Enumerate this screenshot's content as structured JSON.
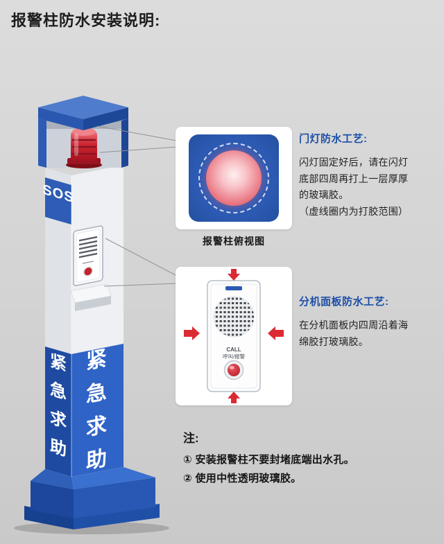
{
  "title": "报警柱防水安装说明:",
  "pillar": {
    "sos": "SOS",
    "side_text_left": "紧急求助",
    "side_text_right": "紧急求助"
  },
  "top_callout": {
    "caption": "报警柱俯视图",
    "heading": "门灯防水工艺:",
    "lines": [
      "闪灯固定好后，请在闪灯",
      "底部四周再打上一层厚厚",
      "的玻璃胶。",
      "（虚线圈内为打胶范围）"
    ]
  },
  "panel_callout": {
    "heading": "分机面板防水工艺:",
    "lines": [
      "在分机面板内四周沿着海",
      "绵胶打玻璃胶。"
    ],
    "panel": {
      "call": "CALL",
      "call_cn": "呼叫/报警"
    }
  },
  "notes": {
    "label": "注:",
    "items": [
      "① 安装报警柱不要封堵底端出水孔。",
      "② 使用中性透明玻璃胶。"
    ]
  },
  "colors": {
    "accent_blue": "#2e5cb6",
    "heading_blue": "#1d4fa6",
    "alert_red": "#dc2a33"
  }
}
